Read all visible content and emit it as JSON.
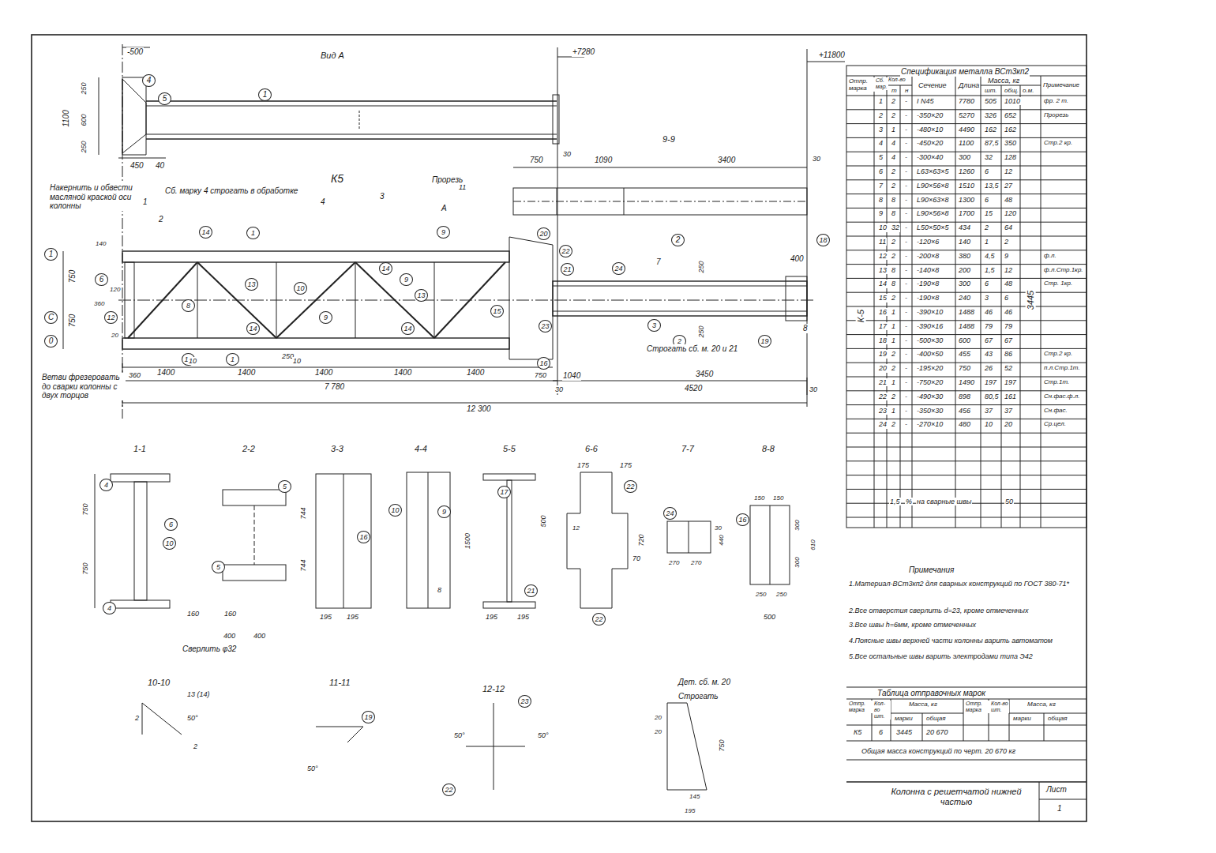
{
  "diagram": {
    "labels": [
      "-500",
      "Вид А",
      "+7280",
      "+11800",
      "4",
      "5",
      "1",
      "1100",
      "250",
      "600",
      "250",
      "450",
      "40",
      "Накернить и обвести масляной краской оси колонны",
      "Сб. марку 4 строгать в обработке",
      "К5",
      "9-9",
      "750",
      "30",
      "1090",
      "3400",
      "30",
      "Прорезь",
      "11",
      "1",
      "4",
      "3",
      "2",
      "А",
      "2",
      "18",
      "1",
      "С",
      "0",
      "750",
      "750",
      "140",
      "6",
      "120",
      "12",
      "20",
      "360",
      "14",
      "1",
      "13",
      "10",
      "9",
      "14",
      "9",
      "9",
      "13",
      "15",
      "8",
      "13",
      "1",
      "14",
      "14",
      "22",
      "21",
      "20",
      "400",
      "7",
      "24",
      "250",
      "250",
      "3",
      "2",
      "19",
      "8",
      "16",
      "23",
      "Строгать сб. м. 20 и 21",
      "1400",
      "1400",
      "1400",
      "1400",
      "1400",
      "20",
      "360",
      "250",
      "750",
      "1040",
      "3450",
      "30",
      "30",
      "7 780",
      "4520",
      "12 300",
      "Ветви фрезеровать до сварки колонны с двух торцов",
      "10",
      "10",
      "1-1",
      "2-2",
      "3-3",
      "4-4",
      "5-5",
      "6-6",
      "7-7",
      "8-8",
      "750",
      "750",
      "4",
      "6",
      "10",
      "4",
      "5",
      "5",
      "160",
      "160",
      "400",
      "400",
      "Сверлить φ32",
      "744",
      "744",
      "16",
      "195",
      "195",
      "10",
      "9",
      "8",
      "17",
      "1500",
      "21",
      "195",
      "195",
      "500",
      "175",
      "175",
      "22",
      "720",
      "70",
      "22",
      "12",
      "24",
      "30",
      "440",
      "270",
      "270",
      "16",
      "150",
      "150",
      "300",
      "300",
      "610",
      "250",
      "250",
      "500",
      "10-10",
      "13 (14)",
      "50°",
      "2",
      "2",
      "11-11",
      "19",
      "50°",
      "12-12",
      "23",
      "50°",
      "50°",
      "22",
      "Дет. сб. м. 20",
      "Строгать",
      "20",
      "20",
      "750",
      "145",
      "195",
      "Спецификация металла ВСт3кп2",
      "Отпр. марка",
      "Сб. мар.",
      "Кол-во",
      "т",
      "н",
      "Сечение",
      "Длина",
      "Масса, кг",
      "шт.",
      "общ.",
      "о.м.",
      "Примечание",
      "К-5",
      "3445",
      "1",
      "2",
      "-",
      "I N45",
      "7780",
      "505",
      "1010",
      "фр. 2 т.",
      "2",
      "2",
      "-",
      "-350×20",
      "5270",
      "326",
      "652",
      "Прорезь",
      "3",
      "1",
      "-",
      "-480×10",
      "4490",
      "162",
      "162",
      "4",
      "4",
      "-",
      "-450×20",
      "1100",
      "87,5",
      "350",
      "Стр.2 кр.",
      "5",
      "4",
      "-",
      "-300×40",
      "300",
      "32",
      "128",
      "6",
      "2",
      "-",
      "L63×63×5",
      "1260",
      "6",
      "12",
      "7",
      "2",
      "-",
      "L90×56×8",
      "1510",
      "13,5",
      "27",
      "8",
      "8",
      "-",
      "L90×63×8",
      "1300",
      "6",
      "48",
      "9",
      "8",
      "-",
      "L90×56×8",
      "1700",
      "15",
      "120",
      "10",
      "32",
      "-",
      "L50×50×5",
      "434",
      "2",
      "64",
      "11",
      "2",
      "-",
      "-120×6",
      "140",
      "1",
      "2",
      "12",
      "2",
      "-",
      "-200×8",
      "380",
      "4,5",
      "9",
      "ф.л.",
      "13",
      "8",
      "-",
      "-140×8",
      "200",
      "1,5",
      "12",
      "ф.л.Стр.1кр.",
      "14",
      "8",
      "-",
      "-190×8",
      "300",
      "6",
      "48",
      "Стр. 1кр.",
      "15",
      "2",
      "-",
      "-190×8",
      "240",
      "3",
      "6",
      "16",
      "1",
      "-",
      "-390×10",
      "1488",
      "46",
      "46",
      "17",
      "1",
      "-",
      "-390×16",
      "1488",
      "79",
      "79",
      "18",
      "1",
      "-",
      "-500×30",
      "600",
      "67",
      "67",
      "19",
      "2",
      "-",
      "-400×50",
      "455",
      "43",
      "86",
      "Стр.2 кр.",
      "20",
      "2",
      "-",
      "-195×20",
      "750",
      "26",
      "52",
      "п.л.Стр.1т.",
      "21",
      "1",
      "-",
      "-750×20",
      "1490",
      "197",
      "197",
      "Стр.1т.",
      "22",
      "2",
      "-",
      "-490×30",
      "898",
      "80,5",
      "161",
      "Сн.фас.ф.л.",
      "23",
      "1",
      "-",
      "-350×30",
      "456",
      "37",
      "37",
      "Сн.фас.",
      "24",
      "2",
      "-",
      "-270×10",
      "480",
      "10",
      "20",
      "Ср.цел.",
      "1,5",
      "%",
      "на сварные швы",
      "50",
      "Примечания",
      "1.Материал-ВСт3кп2 для сварных конструкций по ГОСТ 380-71*",
      "2.Все отверстия сверлить d=23, кроме отмеченных",
      "3.Все швы h=6мм, кроме отмеченных",
      "4.Поясные швы верхней части колонны варить автоматом",
      "5.Все остальные швы варить электродами типа Э42",
      "Таблица отправочных марок",
      "Отпр. марка",
      "Кол-во шт.",
      "Масса, кг",
      "марки",
      "общая",
      "Отпр. марка",
      "Кол-во шт.",
      "Масса, кг",
      "марки",
      "общая",
      "К5",
      "6",
      "3445",
      "20 670",
      "Общая масса конструкций по черт. 20 670 кг",
      "Колонна с решетчатой нижней частью",
      "Лист",
      "1"
    ]
  }
}
